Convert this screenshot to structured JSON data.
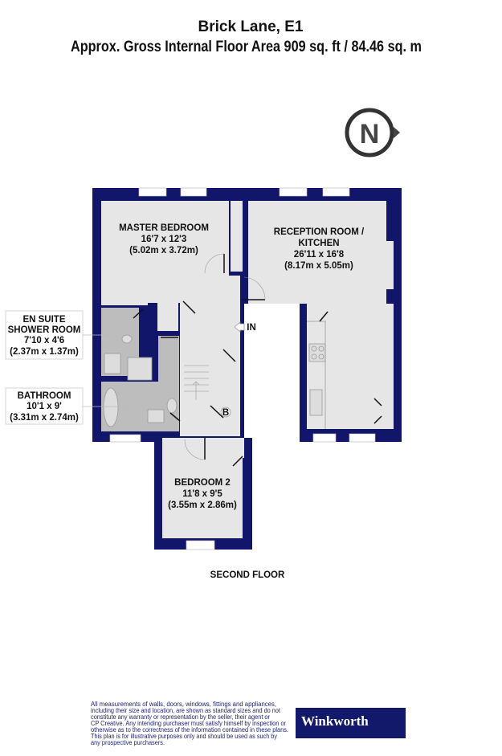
{
  "header": {
    "title": "Brick Lane, E1",
    "subtitle": "Approx. Gross Internal Floor Area 909 sq. ft / 84.46 sq. m"
  },
  "compass": {
    "label": "N"
  },
  "rooms": {
    "master_bedroom": {
      "name": "MASTER BEDROOM",
      "imperial": "16'7 x 12'3",
      "metric": "(5.02m x 3.72m)"
    },
    "reception": {
      "name_line1": "RECEPTION ROOM /",
      "name_line2": "KITCHEN",
      "imperial": "26'11 x 16'8",
      "metric": "(8.17m x 5.05m)"
    },
    "en_suite": {
      "name_line1": "EN SUITE",
      "name_line2": "SHOWER ROOM",
      "imperial": "7'10 x 4'6",
      "metric": "(2.37m x 1.37m)"
    },
    "bathroom": {
      "name": "BATHROOM",
      "imperial": "10'1 x 9'",
      "metric": "(3.31m x 2.74m)"
    },
    "bedroom2": {
      "name": "BEDROOM 2",
      "imperial": "11'8 x 9'5",
      "metric": "(3.55m x 2.86m)"
    }
  },
  "markers": {
    "entrance": "IN",
    "boiler": "B"
  },
  "floor_label": "SECOND FLOOR",
  "disclaimer": [
    "All measurements of walls, doors, windows, fittings and appliances,",
    "including their size and location, are shown as standard sizes and do not",
    "constitute any warranty or representation by the seller, their agent or",
    "CP Creative. Any intending purchaser must satisfy himself by inspection or",
    "otherwise as to the correctness of the information contained in these plans.",
    "This plan is for illustrative purposes only and should be used as such by",
    "any prospective purchasers."
  ],
  "logo": {
    "text": "Winkworth"
  },
  "colors": {
    "wall": "#12166b",
    "floor": "#e6e6e6",
    "wet_room": "#bdbdbd",
    "logo_bg": "#13196a"
  }
}
